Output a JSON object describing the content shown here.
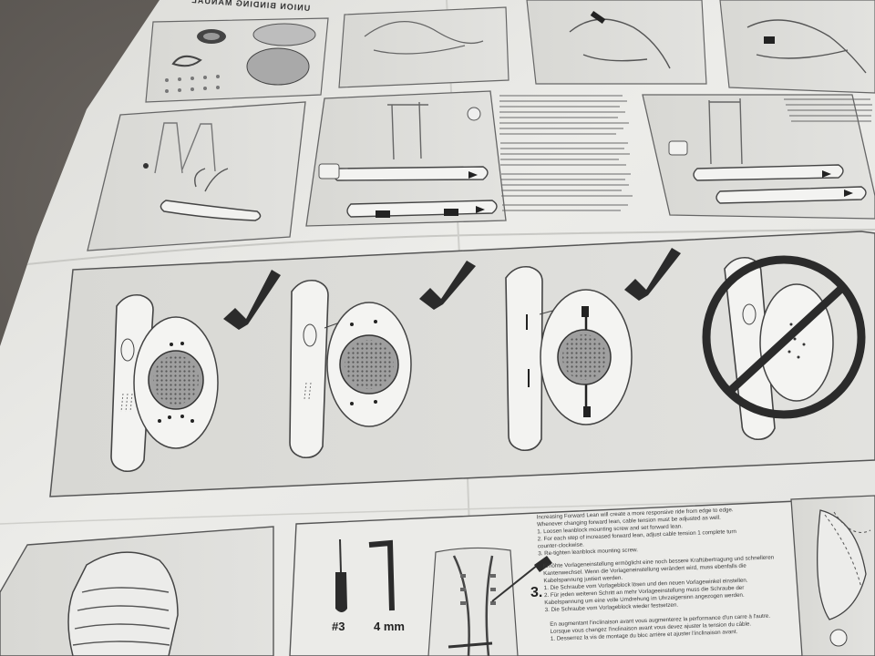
{
  "photo": {
    "subject": "",
    "colors": {
      "paper": "#e9e9e6",
      "paper_shadow": "#d6d6d2",
      "panel": "#dcdcd8",
      "ink": "#2b2b2b",
      "background": "#5b5752"
    }
  },
  "header": {
    "mirrored_title": "UNION BINDING MANUAL"
  },
  "tools": {
    "screwdriver_label": "#3",
    "hex_key_label": "4 mm",
    "step_number": "3."
  },
  "instructions": {
    "en": [
      "Increasing Forward Lean will create a more responsive ride from edge to edge.",
      "Whenever changing forward lean, cable tension must be adjusted as well.",
      "1. Loosen leanblock mounting screw and set forward lean.",
      "2. For each step of increased forward lean, adjust cable tension 1 complete turn",
      "counter-clockwise.",
      "3. Re-tighten leanblock mounting screw."
    ],
    "de": [
      "Erhöhte Vorlageneinstellung ermöglicht eine noch bessere Kraftübertragung und schnelleren",
      "Kantenwechsel. Wenn die Vorlageneinstellung verändert wird, muss ebenfalls die",
      "Kabelspannung justiert werden.",
      "1. Die Schraube vom Vorlageblock lösen und den neuen Vorlagewinkel einstellen.",
      "2. Für jeden weiteren Schritt an mehr Vorlageeinstellung muss die Schraube der",
      "Kabelspannung um eine volle Umdrehung im Uhrzeigersinn angezogen werden.",
      "3. Die Schraube vom Vorlageblock wieder festsetzen."
    ],
    "fr": [
      "En augmentant l'inclinaison avant vous augmenterez la performance d'un carre à l'autre.",
      "Lorsque vous changez l'inclinaison avant vous devez ajuster la tension du câble.",
      "1. Desserrez la vis de montage du bloc arrière et ajuster l'inclinaison avant."
    ]
  }
}
